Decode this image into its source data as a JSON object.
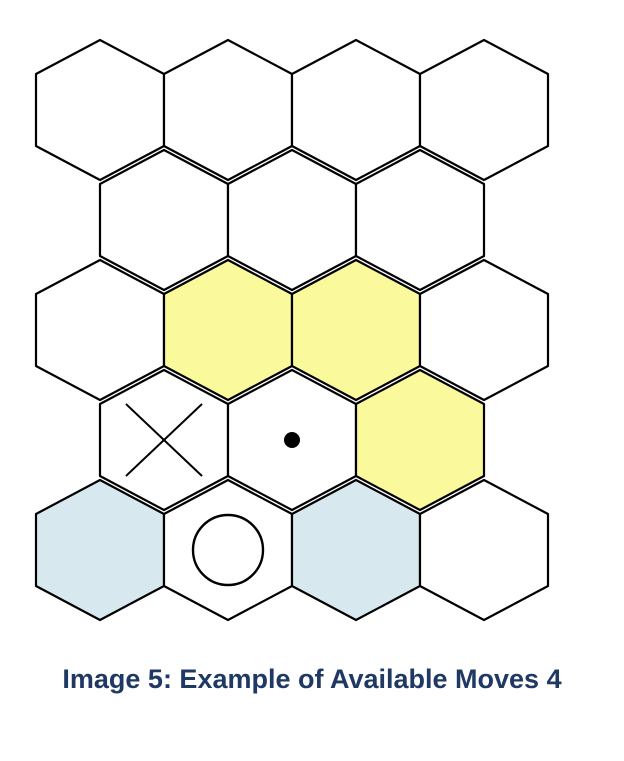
{
  "caption": "Image 5: Example of Available Moves 4",
  "colors": {
    "empty": "#ffffff",
    "available": "#fafa9c",
    "blocked": "#d7e9ef",
    "outline": "#000000",
    "caption": "#1f3864"
  },
  "grid": {
    "columns": 4,
    "rows": 5
  },
  "cells": [
    {
      "row": 0,
      "col": 0,
      "state": "empty",
      "marker": "none"
    },
    {
      "row": 0,
      "col": 1,
      "state": "empty",
      "marker": "none"
    },
    {
      "row": 0,
      "col": 2,
      "state": "empty",
      "marker": "none"
    },
    {
      "row": 0,
      "col": 3,
      "state": "empty",
      "marker": "none"
    },
    {
      "row": 1,
      "col": 0,
      "state": "empty",
      "marker": "none"
    },
    {
      "row": 1,
      "col": 1,
      "state": "empty",
      "marker": "none"
    },
    {
      "row": 1,
      "col": 2,
      "state": "empty",
      "marker": "none"
    },
    {
      "row": 2,
      "col": 0,
      "state": "empty",
      "marker": "none"
    },
    {
      "row": 2,
      "col": 1,
      "state": "available",
      "marker": "none"
    },
    {
      "row": 2,
      "col": 2,
      "state": "available",
      "marker": "none"
    },
    {
      "row": 2,
      "col": 3,
      "state": "empty",
      "marker": "none"
    },
    {
      "row": 3,
      "col": 0,
      "state": "empty",
      "marker": "x"
    },
    {
      "row": 3,
      "col": 1,
      "state": "empty",
      "marker": "dot"
    },
    {
      "row": 3,
      "col": 2,
      "state": "available",
      "marker": "none"
    },
    {
      "row": 4,
      "col": 0,
      "state": "blocked",
      "marker": "none"
    },
    {
      "row": 4,
      "col": 1,
      "state": "empty",
      "marker": "circle"
    },
    {
      "row": 4,
      "col": 2,
      "state": "blocked",
      "marker": "none"
    },
    {
      "row": 4,
      "col": 3,
      "state": "empty",
      "marker": "none"
    }
  ]
}
